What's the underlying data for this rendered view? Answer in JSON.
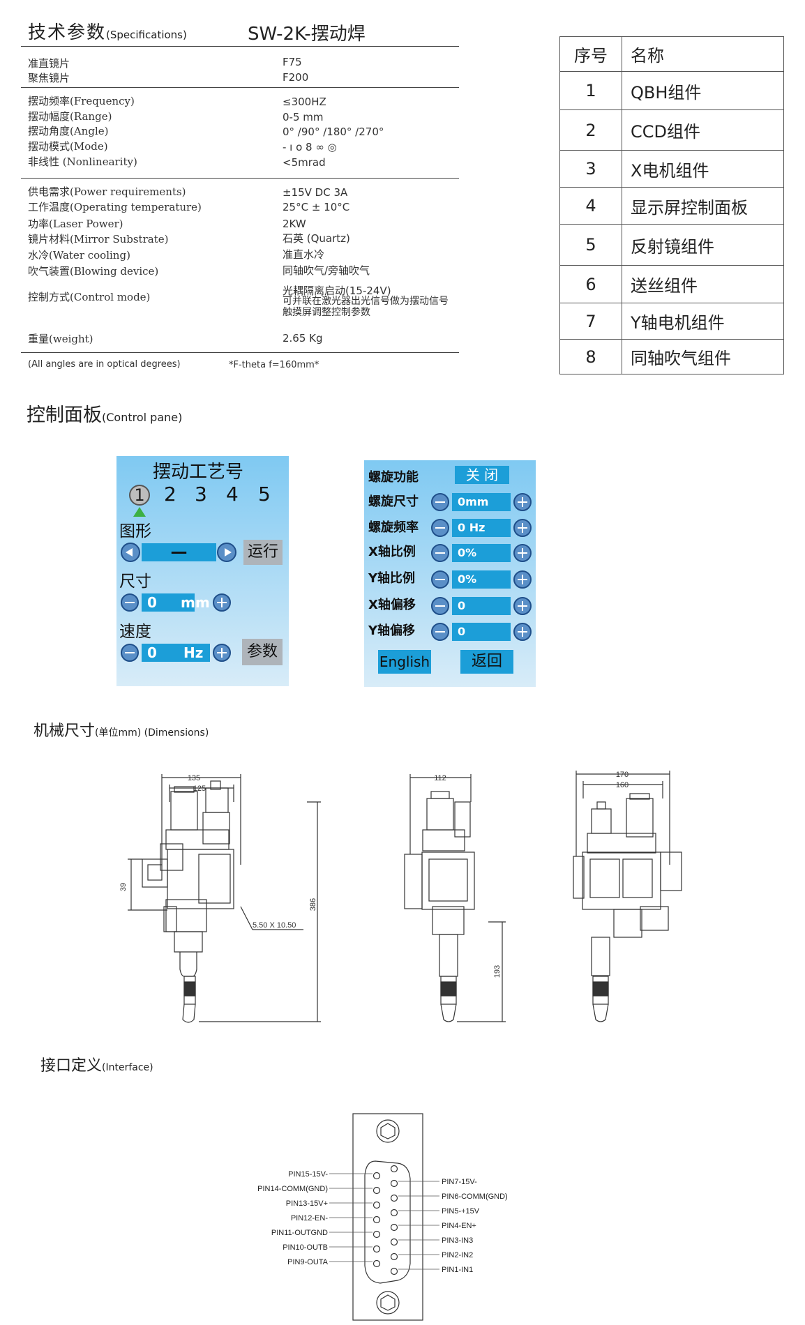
{
  "specs": {
    "title": "技术参数",
    "title_en": "(Specifications)",
    "model": "SW-2K-摆动焊",
    "rows": [
      {
        "label": "准直镜片",
        "value": "F75"
      },
      {
        "label": "聚焦镜片",
        "value": "F200"
      },
      {
        "label": "摆动频率(Frequency)",
        "value": "≤300HZ"
      },
      {
        "label": "摆动幅度(Range)",
        "value": "0-5 mm"
      },
      {
        "label": "摆动角度(Angle)",
        "value": "0° /90° /180° /270°"
      },
      {
        "label": "摆动模式(Mode)",
        "value": "- ı o 8 ∞ ◎"
      },
      {
        "label": "非线性 (Nonlinearity)",
        "value": "<5mrad"
      },
      {
        "label": "供电需求(Power requirements)",
        "value": "±15V DC   3A"
      },
      {
        "label": "工作温度(Operating temperature)",
        "value": "25°C ± 10°C"
      },
      {
        "label": "功率(Laser Power)",
        "value": "2KW"
      },
      {
        "label": "镜片材料(Mirror Substrate)",
        "value": "石英 (Quartz)"
      },
      {
        "label": "水冷(Water cooling)",
        "value": "准直水冷"
      },
      {
        "label": "吹气装置(Blowing device)",
        "value": "同轴吹气/旁轴吹气"
      },
      {
        "label": "控制方式(Control mode)",
        "value": "光耦隔离启动(15-24V)",
        "value2": "可并联在激光器出光信号做为摆动信号",
        "value3": "触摸屏调整控制参数"
      },
      {
        "label": "重量(weight)",
        "value": "2.65 Kg"
      }
    ],
    "note_left": "(All angles are in optical degrees)",
    "note_right": "*F-theta   f=160mm*"
  },
  "parts": {
    "header": {
      "num": "序号",
      "name": "名称"
    },
    "items": [
      {
        "num": "1",
        "name": "QBH组件"
      },
      {
        "num": "2",
        "name": "CCD组件"
      },
      {
        "num": "3",
        "name": "X电机组件"
      },
      {
        "num": "4",
        "name": "显示屏控制面板"
      },
      {
        "num": "5",
        "name": "反射镜组件"
      },
      {
        "num": "6",
        "name": "送丝组件"
      },
      {
        "num": "7",
        "name": "Y轴电机组件"
      },
      {
        "num": "8",
        "name": "同轴吹气组件"
      }
    ]
  },
  "control": {
    "title": "控制面板",
    "title_en": "(Control pane)",
    "left": {
      "title": "摆动工艺号",
      "numbers": [
        "1",
        "2",
        "3",
        "4",
        "5"
      ],
      "shape_label": "图形",
      "shape_value": "—",
      "run_button": "运行",
      "size_label": "尺寸",
      "size_value": "0",
      "size_unit": "mm",
      "speed_label": "速度",
      "speed_value": "0",
      "speed_unit": "Hz",
      "param_button": "参数"
    },
    "right": {
      "spiral_label": "螺旋功能",
      "spiral_value": "关 闭",
      "rows": [
        {
          "label": "螺旋尺寸",
          "value": "0mm"
        },
        {
          "label": "螺旋频率",
          "value": "0 Hz"
        },
        {
          "label": "X轴比例",
          "value": "0%"
        },
        {
          "label": "Y轴比例",
          "value": "0%"
        },
        {
          "label": "X轴偏移",
          "value": "0"
        },
        {
          "label": "Y轴偏移",
          "value": "0"
        }
      ],
      "english_button": "English",
      "back_button": "返回"
    }
  },
  "dimensions": {
    "title": "机械尺寸",
    "title_en": "(单位mm) (Dimensions)",
    "front": {
      "w1": "135",
      "w2": "125",
      "h_side": "39",
      "h_total": "386",
      "nozzle": "5.50 X 10.50"
    },
    "side": {
      "w1": "112",
      "h_lower": "193"
    },
    "back": {
      "w1": "170",
      "w2": "160"
    }
  },
  "interface": {
    "title": "接口定义",
    "title_en": "(Interface)",
    "left_pins": [
      "PIN15-15V-",
      "PIN14-COMM(GND)",
      "PIN13-15V+",
      "PIN12-EN-",
      "PIN11-OUTGND",
      "PIN10-OUTB",
      "PIN9-OUTA"
    ],
    "right_pins": [
      "PIN7-15V-",
      "PIN6-COMM(GND)",
      "PIN5-+15V",
      "PIN4-EN+",
      "PIN3-IN3",
      "PIN2-IN2",
      "PIN1-IN1"
    ]
  }
}
